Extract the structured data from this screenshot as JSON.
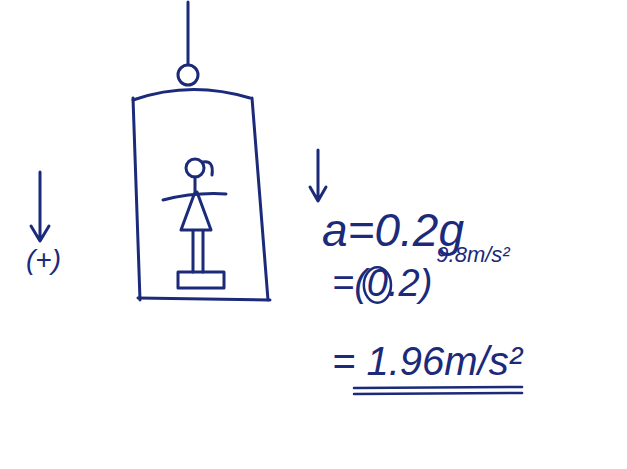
{
  "diagram": {
    "labels": [
      "(+)",
      "a=0.2g",
      "=(0.2)",
      "9.8m/s²",
      "= 1.96m/s²"
    ]
  }
}
